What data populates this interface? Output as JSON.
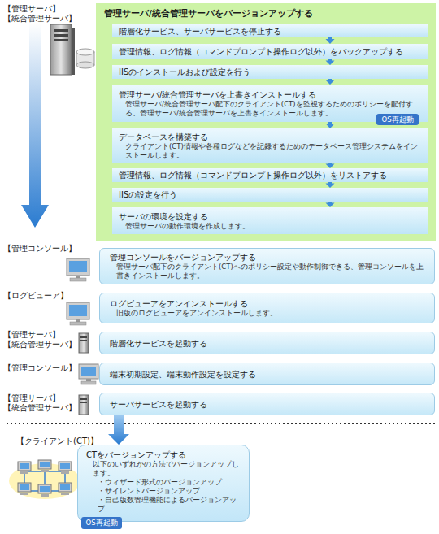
{
  "diagram": {
    "nodes": [
      {
        "text": [
          "管理サーバ/統合管理サーバをバージョンアップする"
        ]
      },
      {
        "text": [
          "階層化サービス、サーバサービスを停止する"
        ],
        "in": 0
      },
      {
        "text": [
          "管理情報、ログ情報（コマンドプロンプト操作ログ以外）をバックアップする"
        ],
        "in": 0
      },
      {
        "text": [
          "IISのインストールおよび設定を行う"
        ],
        "in": 0
      },
      {
        "text": [
          "管理サーバ/統合管理サーバを上書きインストールする",
          "管理サーバ/統合管理サーバ配下のクライアント(CT)を監視するためのポリシーを配付する、管理サーバ/統合管理サーバを上書きインストールします。"
        ],
        "in": 0
      },
      {
        "text": [
          "OS再起動"
        ],
        "in": 4
      },
      {
        "text": [
          "データベースを構築する",
          "クライアント(CT)情報や各種ログなどを記録するためのデータベース管理システムをインストールします。"
        ],
        "in": 0
      },
      {
        "text": [
          "管理情報、ログ情報（コマンドプロンプト操作ログ以外）をリストアする"
        ],
        "in": 0
      },
      {
        "text": [
          "IISの設定を行う"
        ],
        "in": 0
      },
      {
        "text": [
          "サーバの環境を設定する",
          "管理サーバの動作環境を作成します。"
        ],
        "in": 0
      },
      {
        "text": [
          "管理コンソールをバージョンアップする",
          "管理サーバ配下のクライアント(CT)へのポリシー設定や動作制御できる、管理コンソールを上書きインストールします。"
        ]
      },
      {
        "text": [
          "ログビューアをアンインストールする",
          "旧版のログビューアをアンインストールします。"
        ]
      },
      {
        "text": [
          "階層化サービスを起動する"
        ]
      },
      {
        "text": [
          "端末初期設定、端末動作設定を設定する"
        ]
      },
      {
        "text": [
          "サーバサービスを起動する"
        ]
      },
      {
        "text": [
          "CTをバージョンアップする",
          "以下のいずれかの方法でバージョンアップします。",
          "・ウィザード形式のバージョンアップ",
          "・サイレントバージョンアップ",
          "・自己版数管理機能によるバージョンアップ"
        ]
      },
      {
        "text": [
          "OS再起動"
        ],
        "in": 15
      }
    ],
    "edges": [
      {
        "from": 1,
        "to": 2,
        "arrow": "to"
      },
      {
        "from": 2,
        "to": 3,
        "arrow": "to"
      },
      {
        "from": 3,
        "to": 4,
        "arrow": "to"
      },
      {
        "from": 4,
        "to": 6,
        "arrow": "to"
      },
      {
        "from": 6,
        "to": 7,
        "arrow": "to"
      },
      {
        "from": 7,
        "to": 8,
        "arrow": "to"
      },
      {
        "from": 8,
        "to": 9,
        "arrow": "to"
      },
      {
        "from": 14,
        "to": 15,
        "arrow": "to"
      }
    ],
    "labels": [
      "【管理サーバ】",
      "【統合管理サーバ】",
      "【管理コンソール】",
      "【ログビューア】",
      "【管理サーバ】",
      "【統合管理サーバ】",
      "【管理コンソール】",
      "【管理サーバ】",
      "【統合管理サーバ】",
      "【クライアント(CT)】"
    ]
  }
}
